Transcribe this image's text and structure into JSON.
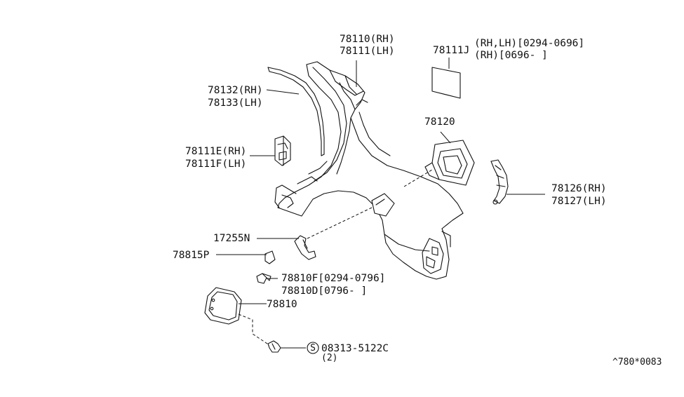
{
  "labels": {
    "p78110": "78110(RH)",
    "p78111": "78111(LH)",
    "p78111j": "78111J",
    "p78111j_note1": "(RH,LH)[0294-0696]",
    "p78111j_note2": "(RH)[0696-     ]",
    "p78132": "78132(RH)",
    "p78133": "78133(LH)",
    "p78120": "78120",
    "p78111e": "78111E(RH)",
    "p78111f": "78111F(LH)",
    "p78126": "78126(RH)",
    "p78127": "78127(LH)",
    "p17255n": "17255N",
    "p78815p": "78815P",
    "p78810f": "78810F[0294-0796]",
    "p78810d": "78810D[0796-     ]",
    "p78810": "78810",
    "screw_symbol": "S",
    "screw": "08313-5122C",
    "screw_qty": "(2)",
    "diagram_code": "^780*0083"
  }
}
